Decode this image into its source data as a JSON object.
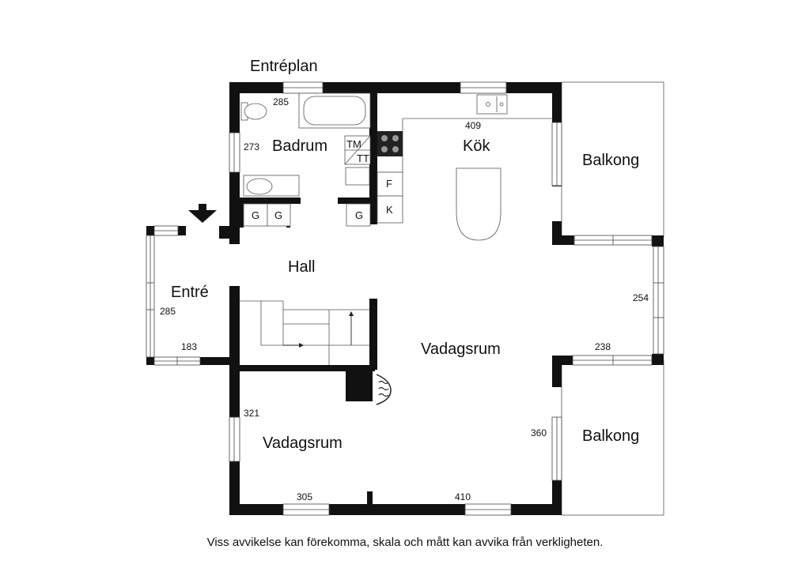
{
  "title": "Entréplan",
  "footer": "Viss avvikelse kan förekomma, skala och mått kan avvika från verkligheten.",
  "rooms": {
    "badrum": "Badrum",
    "kok": "Kök",
    "balkong_top": "Balkong",
    "balkong_bottom": "Balkong",
    "hall": "Hall",
    "entre": "Entré",
    "vadagsrum_main": "Vadagsrum",
    "vadagsrum_small": "Vadagsrum"
  },
  "fixtures": {
    "tm": "TM",
    "tt": "TT",
    "fridge": "F",
    "freezer": "K",
    "wardrobe_1": "G",
    "wardrobe_2": "G",
    "wardrobe_3": "G"
  },
  "dimensions": {
    "bath_top": "285",
    "bath_side": "273",
    "kitchen": "409",
    "entre_side": "285",
    "entre_bottom": "183",
    "east_wall": "254",
    "east_bottom": "238",
    "bedroom_side": "321",
    "balcony_side": "360",
    "bottom_left": "305",
    "bottom_right": "410"
  },
  "icons": {
    "entrance": "entrance-arrow-icon",
    "fireplace": "fireplace-icon",
    "stove": "stove-icon",
    "sink": "kitchen-sink-icon"
  }
}
